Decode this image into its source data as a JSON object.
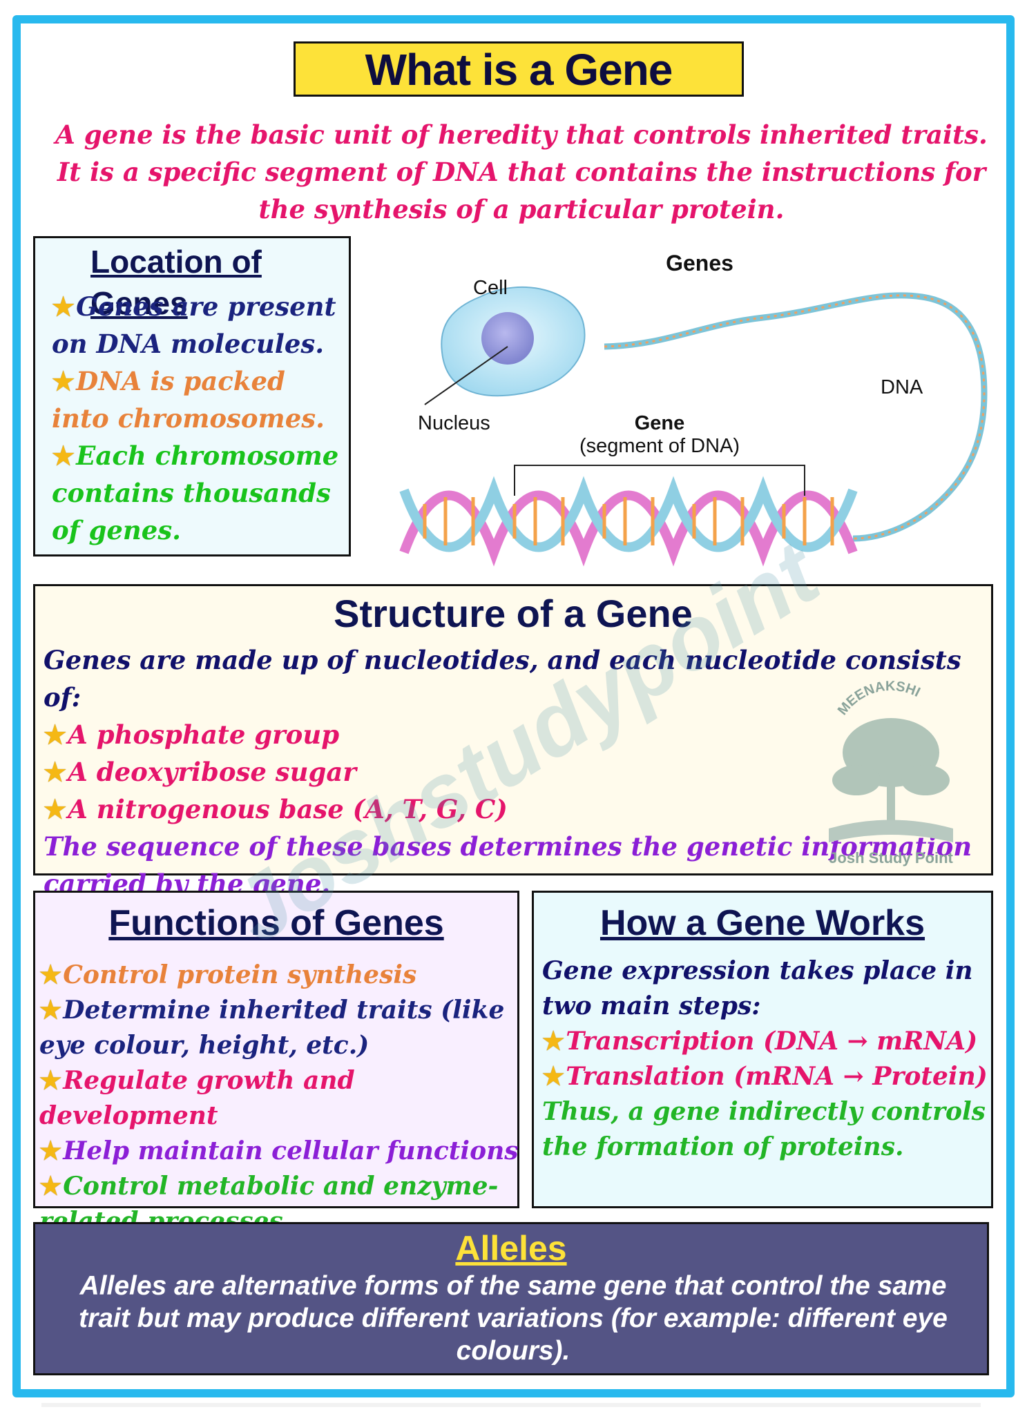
{
  "title": "What is a Gene",
  "intro": "A gene is the basic unit of heredity that controls inherited traits. It is a specific segment of DNA that contains the instructions for the synthesis of a particular protein.",
  "location": {
    "heading": "Location of Genes",
    "points": [
      "Genes are present on DNA molecules.",
      "DNA is packed into chromosomes.",
      "Each chromosome contains thousands of genes."
    ]
  },
  "diagram": {
    "genes_label": "Genes",
    "cell_label": "Cell",
    "nucleus_label": "Nucleus",
    "dna_label": "DNA",
    "gene_label": "Gene",
    "gene_sub_label": "(segment of DNA)"
  },
  "structure": {
    "heading": "Structure of a Gene",
    "intro": "Genes are made up of nucleotides, and each nucleotide consists of:",
    "points": [
      "A phosphate group",
      "A deoxyribose sugar",
      "A nitrogenous base (A, T, G, C)"
    ],
    "closing": "The sequence of these bases determines the genetic information carried by the gene."
  },
  "functions": {
    "heading": "Functions of Genes",
    "points": [
      "Control protein synthesis",
      "Determine inherited traits (like eye colour, height, etc.)",
      "Regulate growth and development",
      "Help maintain cellular functions",
      "Control metabolic and enzyme-related processes"
    ]
  },
  "how": {
    "heading": "How a Gene Works",
    "intro": "Gene expression takes place in two main steps:",
    "points": [
      "Transcription (DNA → mRNA)",
      "Translation (mRNA → Protein)"
    ],
    "closing": "Thus, a gene indirectly controls the formation of proteins."
  },
  "alleles": {
    "heading": "Alleles",
    "text": "Alleles are alternative forms of the same gene that control the same trait but may produce different variations (for example: different eye colours)."
  },
  "watermark": "Joshstudypoint",
  "logo": {
    "arc_text": "MEENAKSHI",
    "name": "Josh Study Point"
  },
  "colors": {
    "frame": "#28b9ee",
    "title_bg": "#fde239",
    "intro_text": "#e5146b",
    "alleles_bg": "#545485"
  }
}
